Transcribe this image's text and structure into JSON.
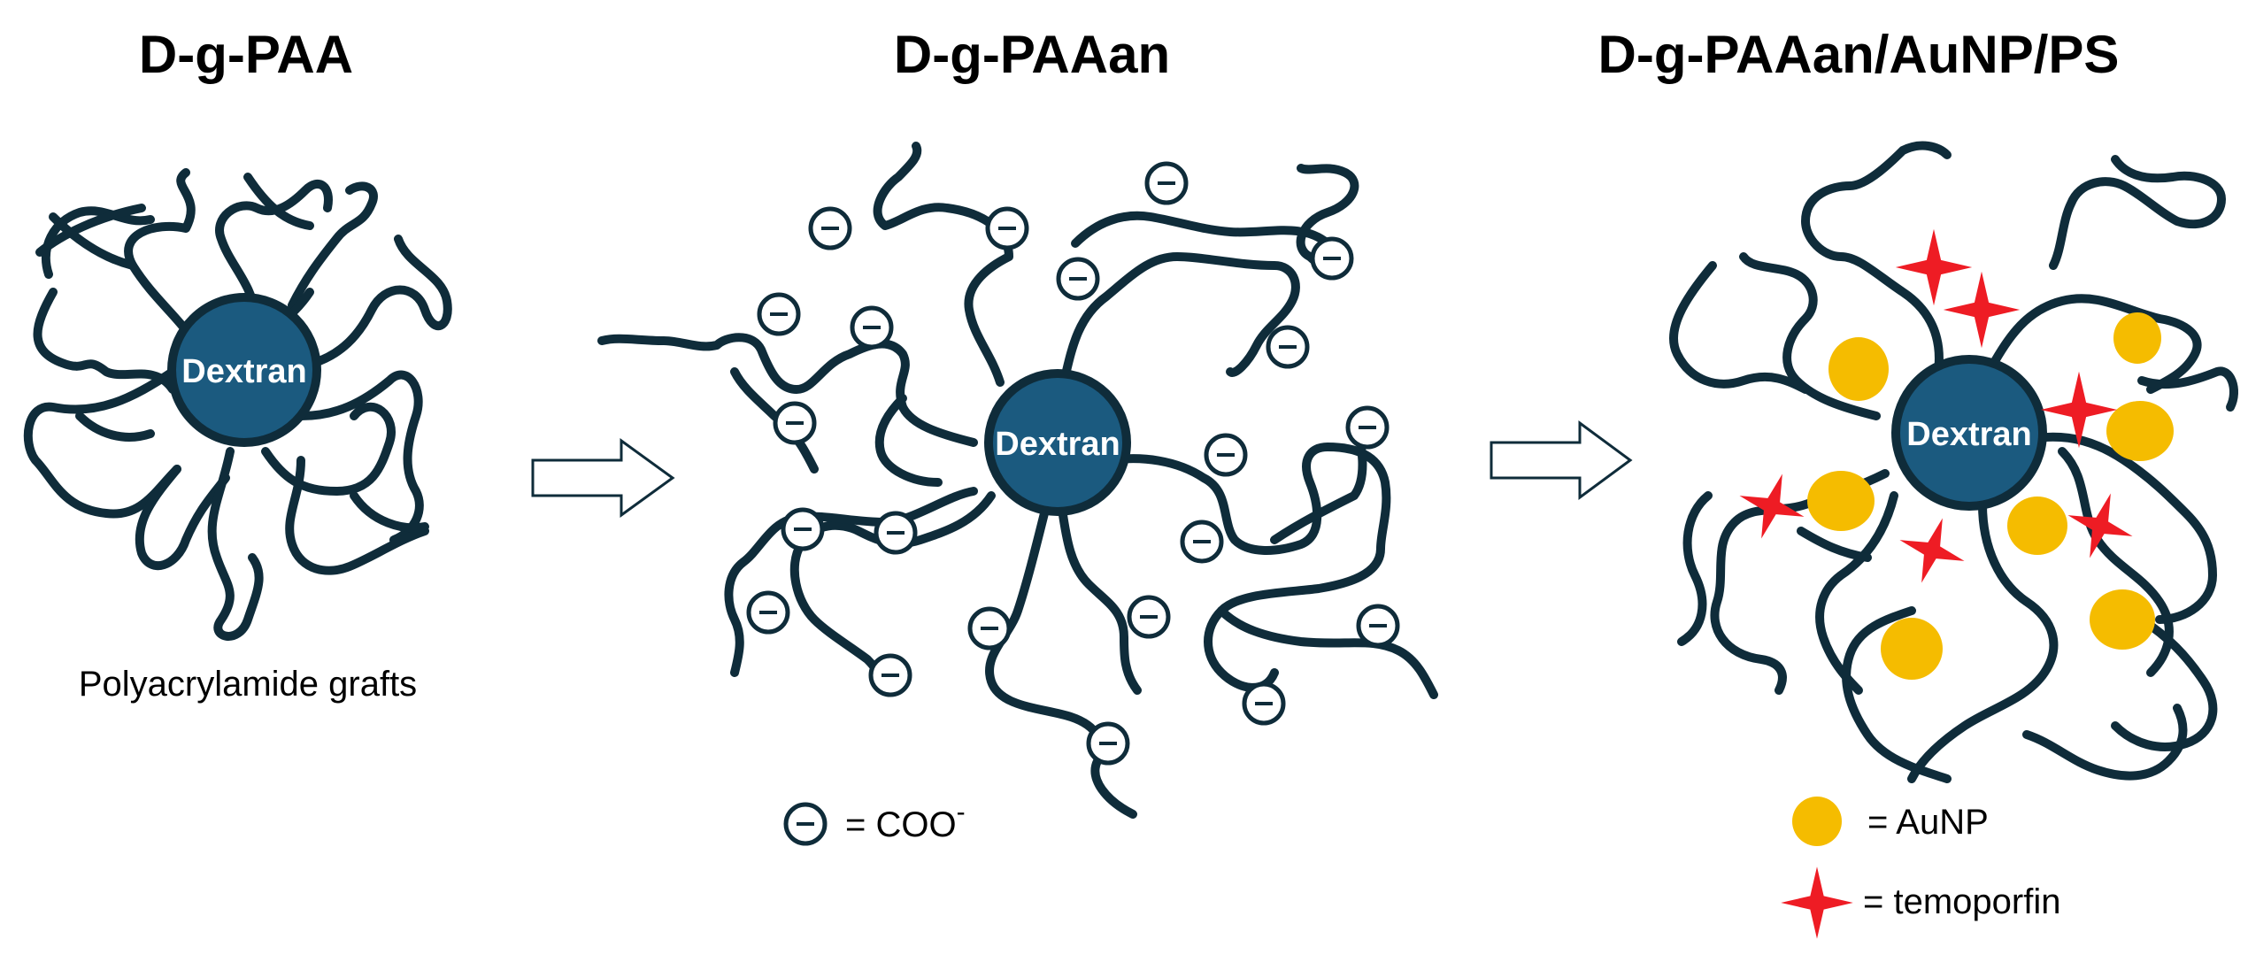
{
  "panels": [
    {
      "title": "D-g-PAA",
      "core_label": "Dextran",
      "caption": "Polyacrylamide grafts"
    },
    {
      "title": "D-g-PAAan",
      "core_label": "Dextran",
      "legend": {
        "text": "= COO",
        "superscript": "-"
      }
    },
    {
      "title": "D-g-PAAan/AuNP/PS",
      "core_label": "Dextran",
      "legend": [
        {
          "icon": "gold-nanoparticle-icon",
          "text": "= AuNP"
        },
        {
          "icon": "red-star-icon",
          "text": "= temoporfin"
        }
      ]
    }
  ],
  "colors": {
    "core": "#1b5a7f",
    "chain": "#0f2c3a",
    "aunp": "#f5bc00",
    "temoporfin": "#ee1c24"
  },
  "icons": [
    "reaction-arrow-icon",
    "carboxylate-charge-icon",
    "gold-nanoparticle-icon",
    "red-star-icon"
  ]
}
